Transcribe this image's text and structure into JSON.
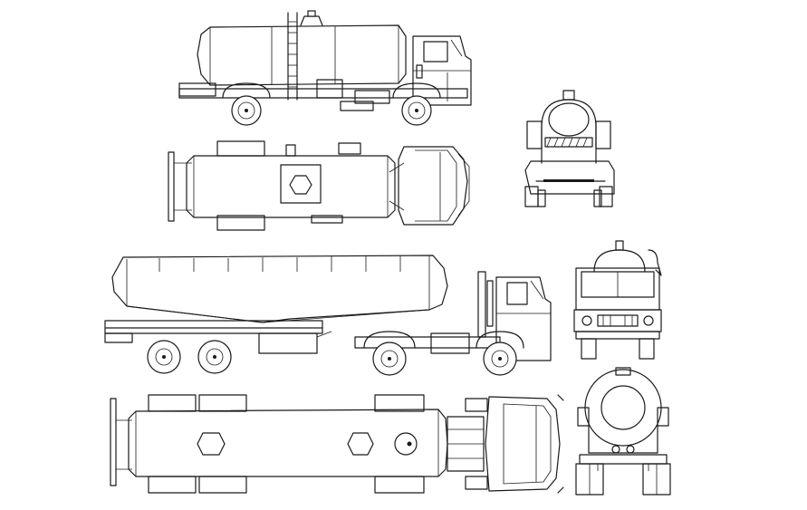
{
  "drawing": {
    "views": [
      {
        "name": "rigid-tanker-side-elevation",
        "view": "side"
      },
      {
        "name": "rigid-tanker-plan",
        "view": "top"
      },
      {
        "name": "rigid-tanker-front-elevation",
        "view": "front"
      },
      {
        "name": "articulated-tanker-side-elevation",
        "view": "side"
      },
      {
        "name": "tractor-front-elevation",
        "view": "front"
      },
      {
        "name": "articulated-tanker-plan",
        "view": "top"
      },
      {
        "name": "tanker-rear-elevation",
        "view": "rear"
      }
    ],
    "line_color": "#1a1a1a",
    "background": "#ffffff"
  }
}
